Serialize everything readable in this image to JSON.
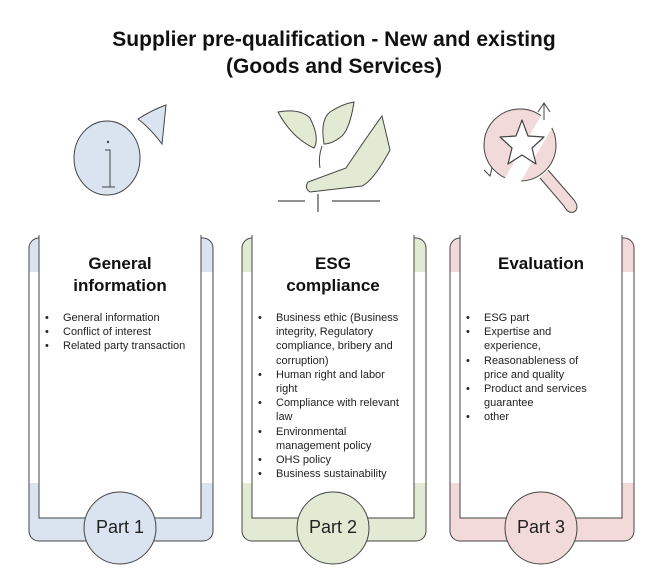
{
  "title_line1": "Supplier pre-qualification - New and existing",
  "title_line2": "(Goods and Services)",
  "colors": {
    "blue": "#dae3f0",
    "green": "#e2ead3",
    "pink": "#f3dada",
    "stroke": "#444444"
  },
  "columns": [
    {
      "heading_line1": "General",
      "heading_line2": "information",
      "part": "Part 1",
      "icon": "info-icon",
      "items": [
        "General information",
        "Conflict of interest",
        "Related party transaction"
      ]
    },
    {
      "heading_line1": "ESG",
      "heading_line2": "compliance",
      "part": "Part 2",
      "icon": "plant-hand-icon",
      "items": [
        "Business ethic (Business integrity, Regulatory compliance, bribery and corruption)",
        "Human right and labor right",
        "Compliance with relevant law",
        "Environmental management policy",
        "OHS policy",
        "Business sustainability"
      ]
    },
    {
      "heading_line1": "Evaluation",
      "heading_line2": "",
      "part": "Part 3",
      "icon": "star-search-icon",
      "items": [
        "ESG part",
        "Expertise and experience,",
        "Reasonableness of price and quality",
        "Product and services guarantee",
        "other"
      ]
    }
  ]
}
